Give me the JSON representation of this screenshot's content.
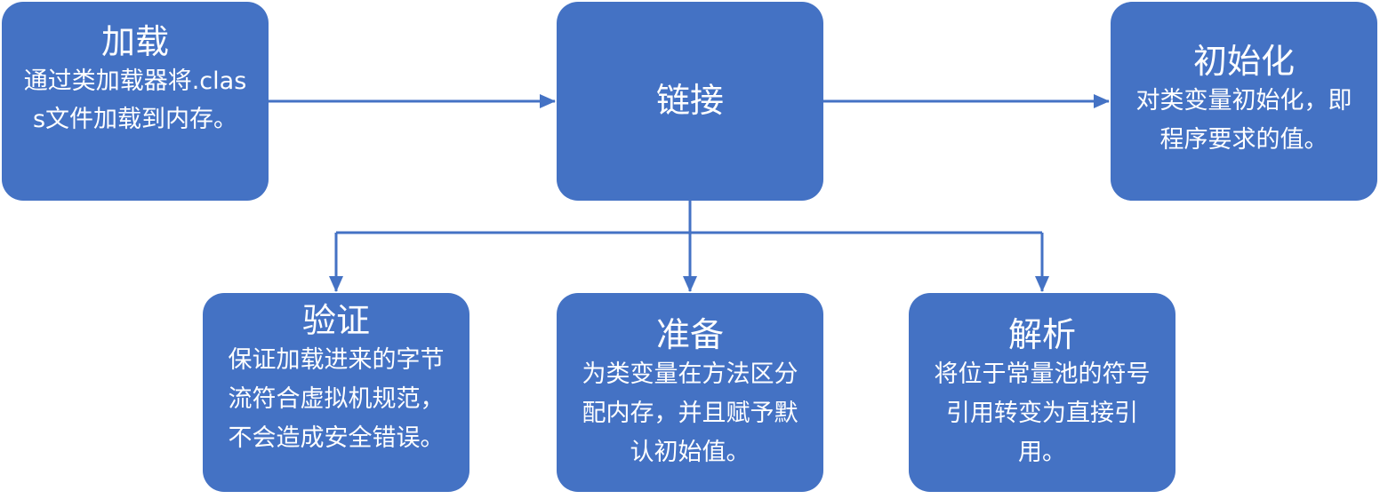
{
  "nodes": {
    "load": {
      "title": "加载",
      "desc": "通过类加载器将.class文件加载到内存。"
    },
    "link": {
      "title": "链接"
    },
    "init": {
      "title": "初始化",
      "desc": "对类变量初始化，即程序要求的值。"
    },
    "verify": {
      "title": "验证",
      "desc": "保证加载进来的字节流符合虚拟机规范，不会造成安全错误。"
    },
    "prepare": {
      "title": "准备",
      "desc": "为类变量在方法区分配内存，并且赋予默认初始值。"
    },
    "resolve": {
      "title": "解析",
      "desc": "将位于常量池的符号引用转变为直接引用。"
    }
  },
  "colors": {
    "node_fill": "#4472c4",
    "edge": "#4472c4",
    "text": "#ffffff"
  }
}
